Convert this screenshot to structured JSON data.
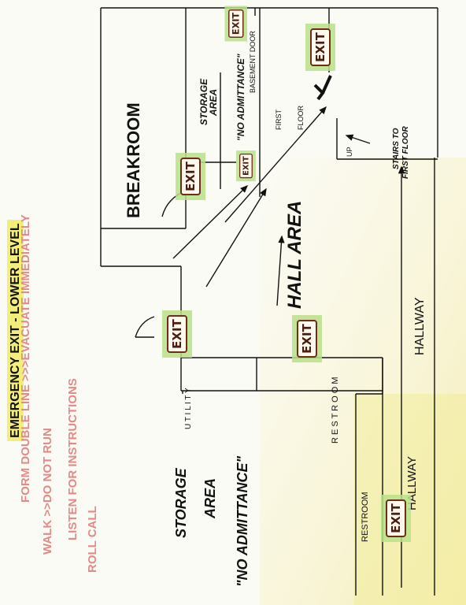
{
  "legend": {
    "title": "EMERGENCY EXIT - LOWER LEVEL",
    "line1": "FORM DOUBLE LINE >>>EVACUATE IMMEDIATELY",
    "line2": "WALK >>DO NOT RUN",
    "line3": "LISTEN FOR INSTRUCTIONS",
    "line4": "ROLL CALL"
  },
  "rooms": {
    "breakroom": "BREAKROOM",
    "storage_top_1": "STORAGE",
    "storage_top_2": "AREA",
    "storage_top_3": "\"NO ADMITTANCE\"",
    "storage_bottom_1": "STORAGE",
    "storage_bottom_2": "AREA",
    "storage_bottom_3": "\"NO ADMITTANCE\"",
    "basement_door": "BASEMENT DOOR",
    "first_floor_1": "FIRST",
    "first_floor_2": "FLOOR",
    "stairs_1": "STAIRS TO",
    "stairs_2": "FIRST FLOOR",
    "up": "UP",
    "hall_area": "HALL AREA",
    "hallway_main": "HALLWAY",
    "hallway_lower": "HALLWAY",
    "utility": "U T I L I T Y",
    "restroom_vertical": "R E S T R O O M",
    "restroom_lower": "RESTROOM"
  },
  "exit_signs": [
    "EXIT",
    "EXIT",
    "EXIT",
    "EXIT",
    "EXIT",
    "EXIT",
    "EXIT"
  ],
  "colors": {
    "legend_highlight": "#f3ee7a",
    "legend_text": "#e28a86",
    "sign_glow": "#b9e08a",
    "sign_border": "#6e2d14",
    "corridor_tint": "#f4eeb0"
  }
}
